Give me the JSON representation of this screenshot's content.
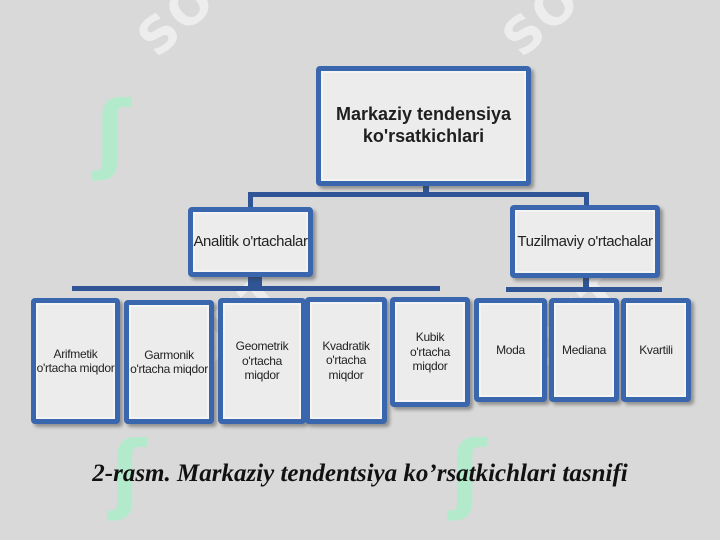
{
  "root": {
    "label": "Markaziy tendensiya\nko'rsatkichlari"
  },
  "groups": [
    {
      "label": "Analitik o'rtachalar",
      "children": [
        {
          "label": "Arifmetik\no'rtacha miqdor"
        },
        {
          "label": "Garmonik\no'rtacha miqdor"
        },
        {
          "label": "Geometrik\no'rtacha\nmiqdor"
        },
        {
          "label": "Kvadratik\no'rtacha\nmiqdor"
        },
        {
          "label": "Kubik o'rtacha\nmiqdor"
        }
      ]
    },
    {
      "label": "Tuzilmaviy o'rtachalar",
      "children": [
        {
          "label": "Moda"
        },
        {
          "label": "Mediana"
        },
        {
          "label": "Kvartili"
        }
      ]
    }
  ],
  "caption": "2-rasm. Markaziy tendentsiya ko’rsatkichlari tasnifi",
  "watermark": {
    "word": "SOFT",
    "mark": "ʃʃ",
    "color": "#a8f0c8"
  },
  "colors": {
    "box_border": "#3a66ae",
    "connector": "#2f5597",
    "background": "#d9d9d9"
  }
}
